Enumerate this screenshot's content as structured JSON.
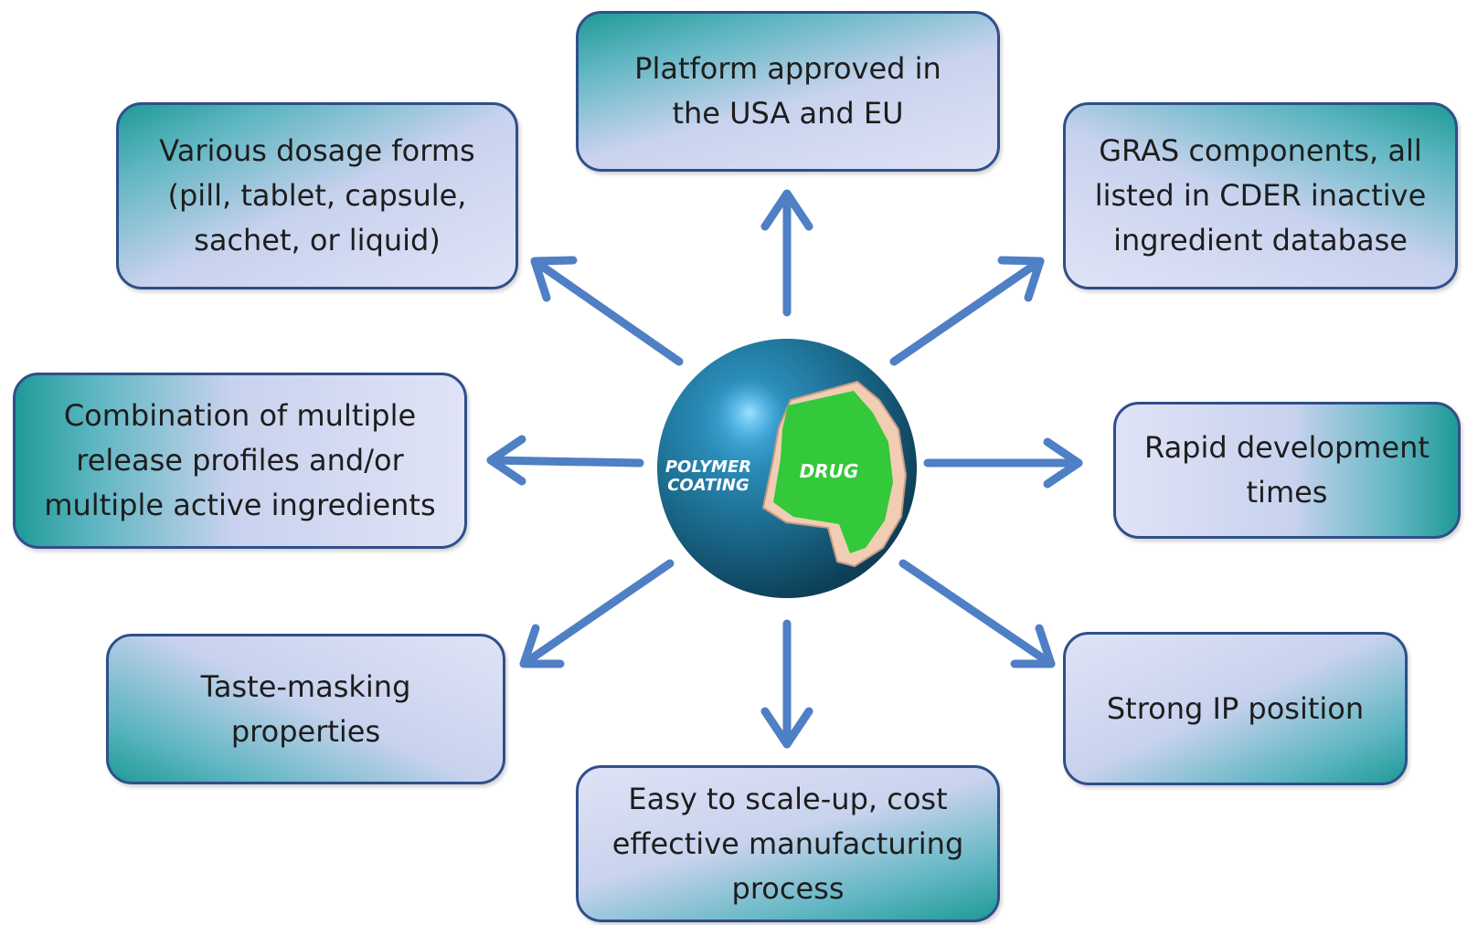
{
  "center": {
    "coating_label_line1": "POLYMER",
    "coating_label_line2": "COATING",
    "core_label": "DRUG"
  },
  "benefits": {
    "top": "Platform approved in\nthe USA and EU",
    "top_left": "Various dosage forms\n(pill, tablet, capsule,\nsachet, or liquid)",
    "top_right": "GRAS components, all\nlisted in CDER inactive\ningredient database",
    "left": "Combination of multiple\nrelease profiles and/or\nmultiple active ingredients",
    "right": "Rapid development\ntimes",
    "bottom_left": "Taste-masking\nproperties",
    "bottom_right": "Strong IP position",
    "bottom": "Easy to scale-up, cost\neffective manufacturing\nprocess"
  },
  "colors": {
    "arrow": "#4f7fc4",
    "box_border": "#2f4f8a",
    "teal": "#1f9a97",
    "globe": "#1b6f8c",
    "drug": "#33c93a"
  }
}
